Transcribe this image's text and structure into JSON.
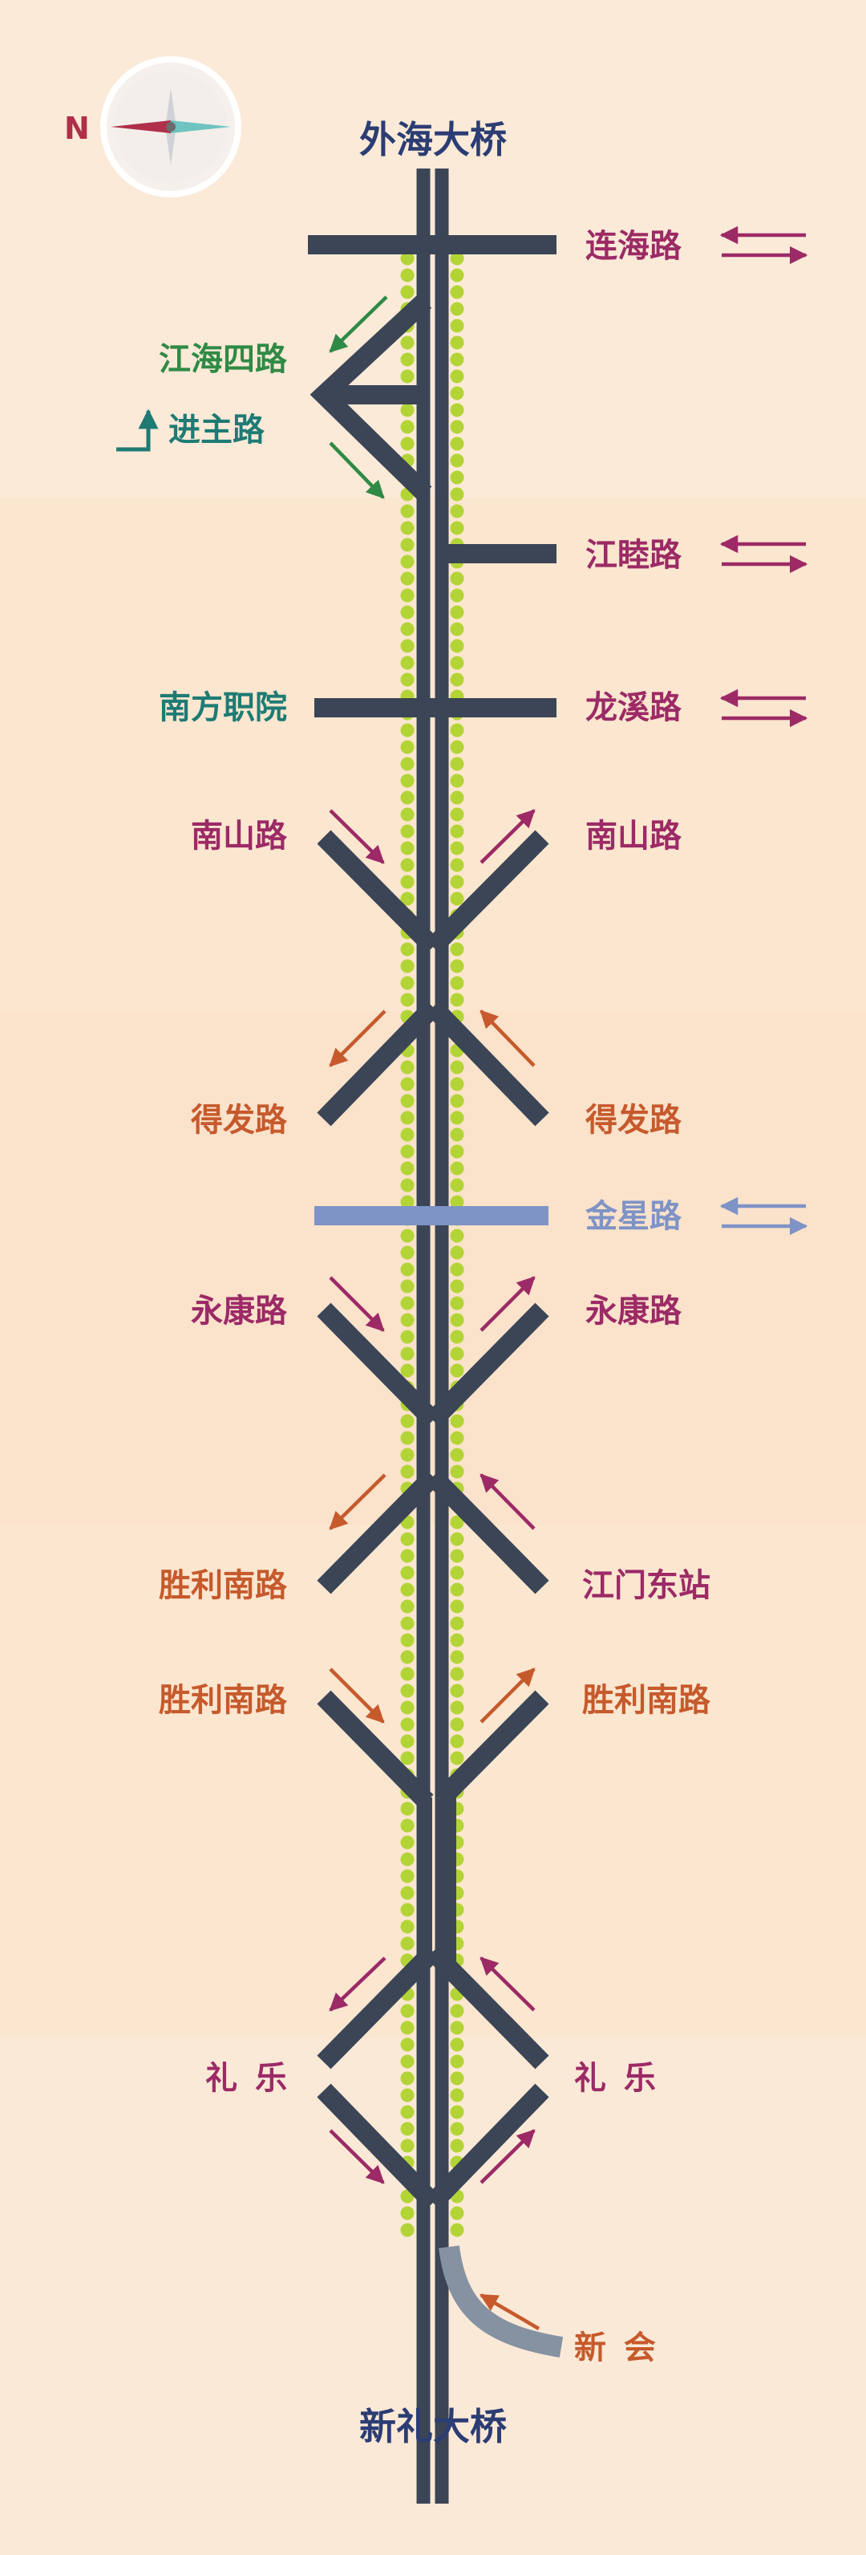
{
  "title_top": "外海大桥",
  "title_bottom": "新礼大桥",
  "compass": {
    "label": "N"
  },
  "colors": {
    "road": "#3b4556",
    "green_dot": "#b3d436",
    "magenta": "#9c2a66",
    "orange": "#c65a2c",
    "teal": "#1e7b74",
    "green_text": "#2f8a45",
    "blue_light": "#7e93c6",
    "navy": "#2b3d73",
    "gray_road": "#8592a2"
  },
  "interchanges": [
    {
      "left": "",
      "right": "连海路"
    },
    {
      "left": "江海四路",
      "left_sub": "进主路",
      "right": ""
    },
    {
      "left": "",
      "right": "江睦路"
    },
    {
      "left": "南方职院",
      "right": "龙溪路"
    },
    {
      "left": "南山路",
      "right": "南山路"
    },
    {
      "left": "得发路",
      "right": "得发路"
    },
    {
      "left": "",
      "right": "金星路"
    },
    {
      "left": "永康路",
      "right": "永康路"
    },
    {
      "left": "胜利南路",
      "right": "江门东站"
    },
    {
      "left": "胜利南路",
      "right": "胜利南路"
    },
    {
      "left": "礼 乐",
      "right": "礼 乐"
    },
    {
      "left": "",
      "right": "新 会"
    }
  ]
}
